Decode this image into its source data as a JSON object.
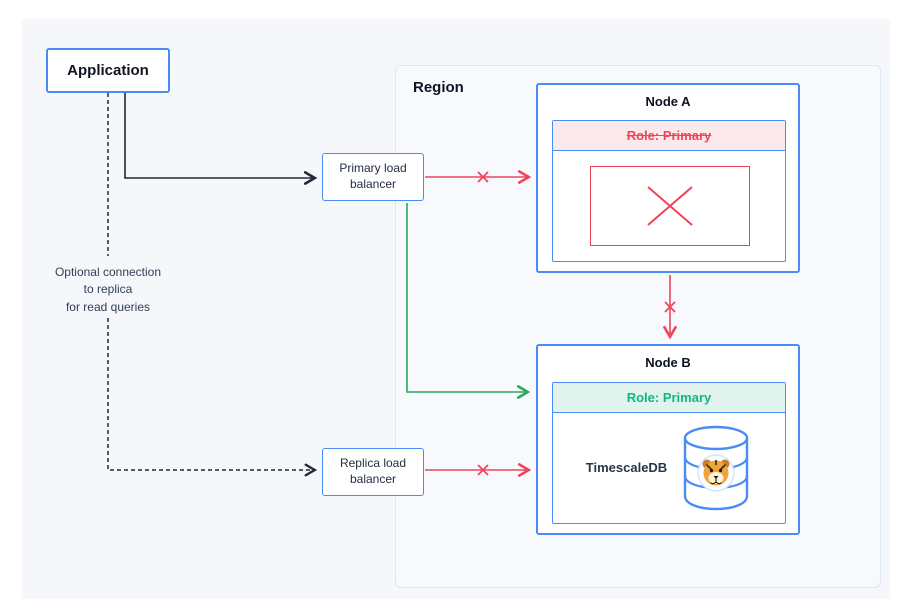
{
  "application": {
    "label": "Application"
  },
  "note": {
    "text": "Optional connection\nto replica\nfor read queries"
  },
  "region": {
    "label": "Region"
  },
  "load_balancers": {
    "primary": {
      "label": "Primary load\nbalancer"
    },
    "replica": {
      "label": "Replica load\nbalancer"
    }
  },
  "nodes": {
    "a": {
      "title": "Node A",
      "role_label": "Role: Primary"
    },
    "b": {
      "title": "Node B",
      "role_label": "Role: Primary",
      "database_label": "TimescaleDB"
    }
  },
  "icons": {
    "x_mark": "✕",
    "failed_box": "crossed-out-rectangle",
    "database": "database-cylinder-with-tiger-badge"
  },
  "colors": {
    "box_border_blue": "#4a8cf5",
    "failure_red": "#ef445e",
    "failover_green": "#29a95c",
    "connector_dark": "#1f2937",
    "role_failed_bg": "#fce9eb",
    "role_active_bg": "#e0f4ed",
    "role_active_text": "#10b77f",
    "canvas_bg": "#f5f7fb",
    "region_bg": "#f7f9fd"
  }
}
